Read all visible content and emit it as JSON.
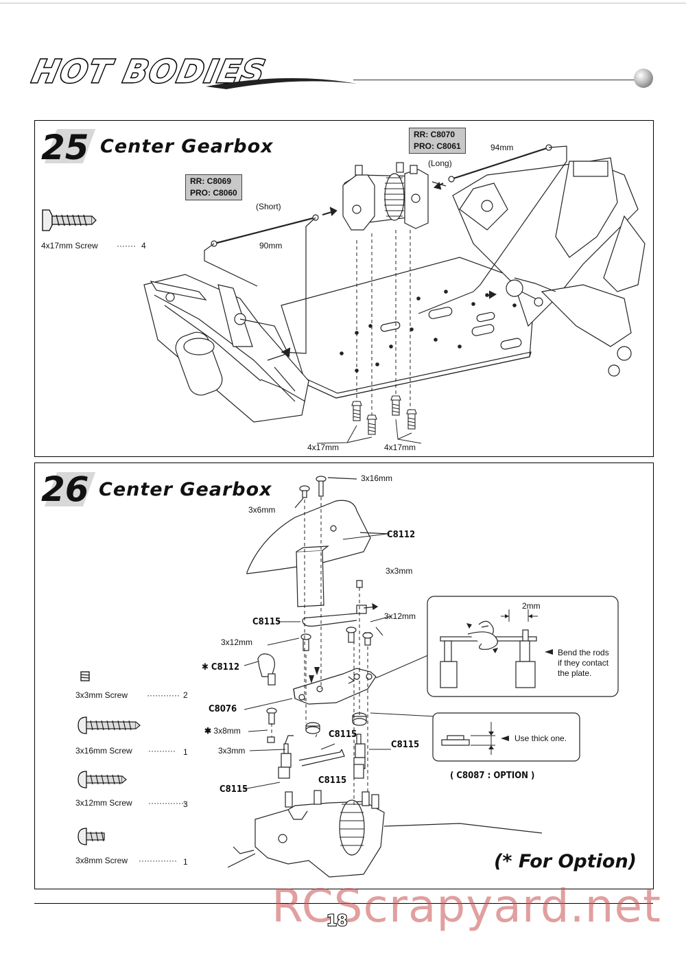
{
  "header": {
    "logo_text": "HOT BODIES"
  },
  "step25": {
    "number": "25",
    "title": "Center Gearbox",
    "part_short": {
      "line1": "RR: C8069",
      "line2": "PRO: C8060",
      "note": "(Short)",
      "length": "90mm"
    },
    "part_long": {
      "line1": "RR: C8070",
      "line2": "PRO: C8061",
      "note": "(Long)",
      "length": "94mm"
    },
    "screw_callouts": [
      "4x17mm",
      "4x17mm"
    ],
    "legend": {
      "label": "4x17mm  Screw",
      "dots": "·······",
      "qty": "4"
    }
  },
  "step26": {
    "number": "26",
    "title": "Center Gearbox",
    "labels": {
      "s3x16": "3x16mm",
      "s3x6": "3x6mm",
      "c8112": "C8112",
      "s3x3a": "3x3mm",
      "c8115a": "C8115",
      "s3x12a": "3x12mm",
      "s3x12b": "3x12mm",
      "c8112opt": "C8112",
      "c8076": "C8076",
      "s3x8": "3x8mm",
      "c8115b": "C8115",
      "s3x3b": "3x3mm",
      "c8115c": "C8115",
      "c8115d": "C8115",
      "c8115e": "C8115"
    },
    "detail1": {
      "gap": "2mm",
      "note_line1": "Bend the rods",
      "note_line2": "if they contact",
      "note_line3": "the plate."
    },
    "detail2": {
      "note": "Use thick one.",
      "caption": "( C8087 : OPTION )"
    },
    "legend": [
      {
        "label": "3x3mm  Screw",
        "dots": "············",
        "qty": "2"
      },
      {
        "label": "3x16mm  Screw",
        "dots": "··········",
        "qty": "1"
      },
      {
        "label": "3x12mm  Screw",
        "dots": "··············",
        "qty": "3"
      },
      {
        "label": "3x8mm Screw",
        "dots": "··············",
        "qty": "1"
      }
    ],
    "option_note": "(* For Option)"
  },
  "footer": {
    "page_number": "18",
    "watermark": "RCScrapyard.net"
  }
}
